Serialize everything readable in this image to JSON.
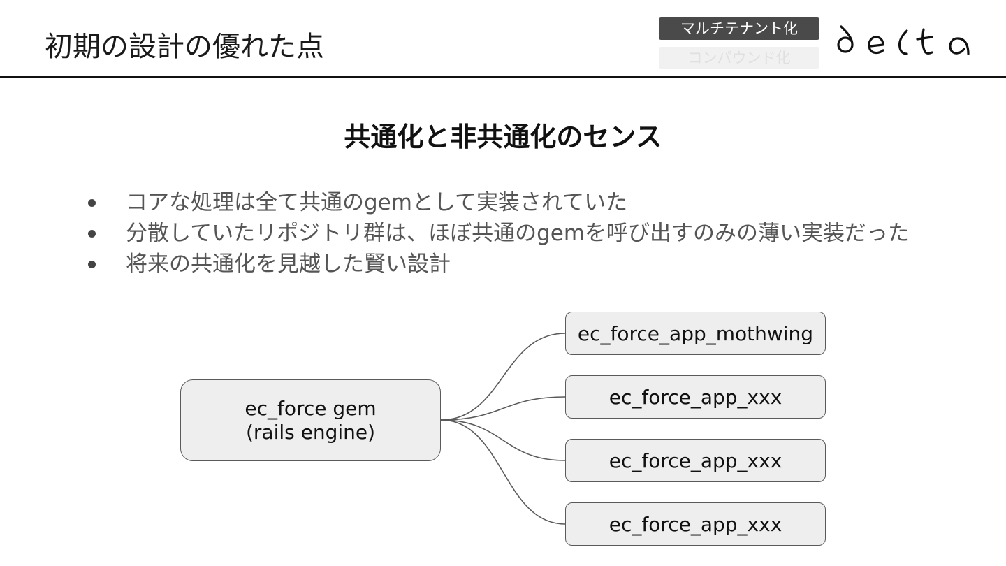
{
  "header": {
    "title": "初期の設計の優れた点",
    "tags": [
      {
        "label": "マルチテナント化",
        "state": "active"
      },
      {
        "label": "コンパウンド化",
        "state": "inactive"
      }
    ],
    "logo_text": "delta"
  },
  "content": {
    "heading": "共通化と非共通化のセンス",
    "bullets": [
      "コアな処理は全て共通のgemとして実装されていた",
      "分散していたリポジトリ群は、ほぼ共通のgemを呼び出すのみの薄い実装だった",
      "将来の共通化を見越した賢い設計"
    ]
  },
  "diagram": {
    "source": {
      "line1": "ec_force gem",
      "line2": "(rails engine)"
    },
    "targets": [
      "ec_force_app_mothwing",
      "ec_force_app_xxx",
      "ec_force_app_xxx",
      "ec_force_app_xxx"
    ]
  },
  "colors": {
    "node_fill": "#eeeeee",
    "node_border": "#5a5a5a",
    "active_tag": "#4a4a4a",
    "inactive_tag": "#f1f1f1",
    "bullet_text": "#555555"
  }
}
